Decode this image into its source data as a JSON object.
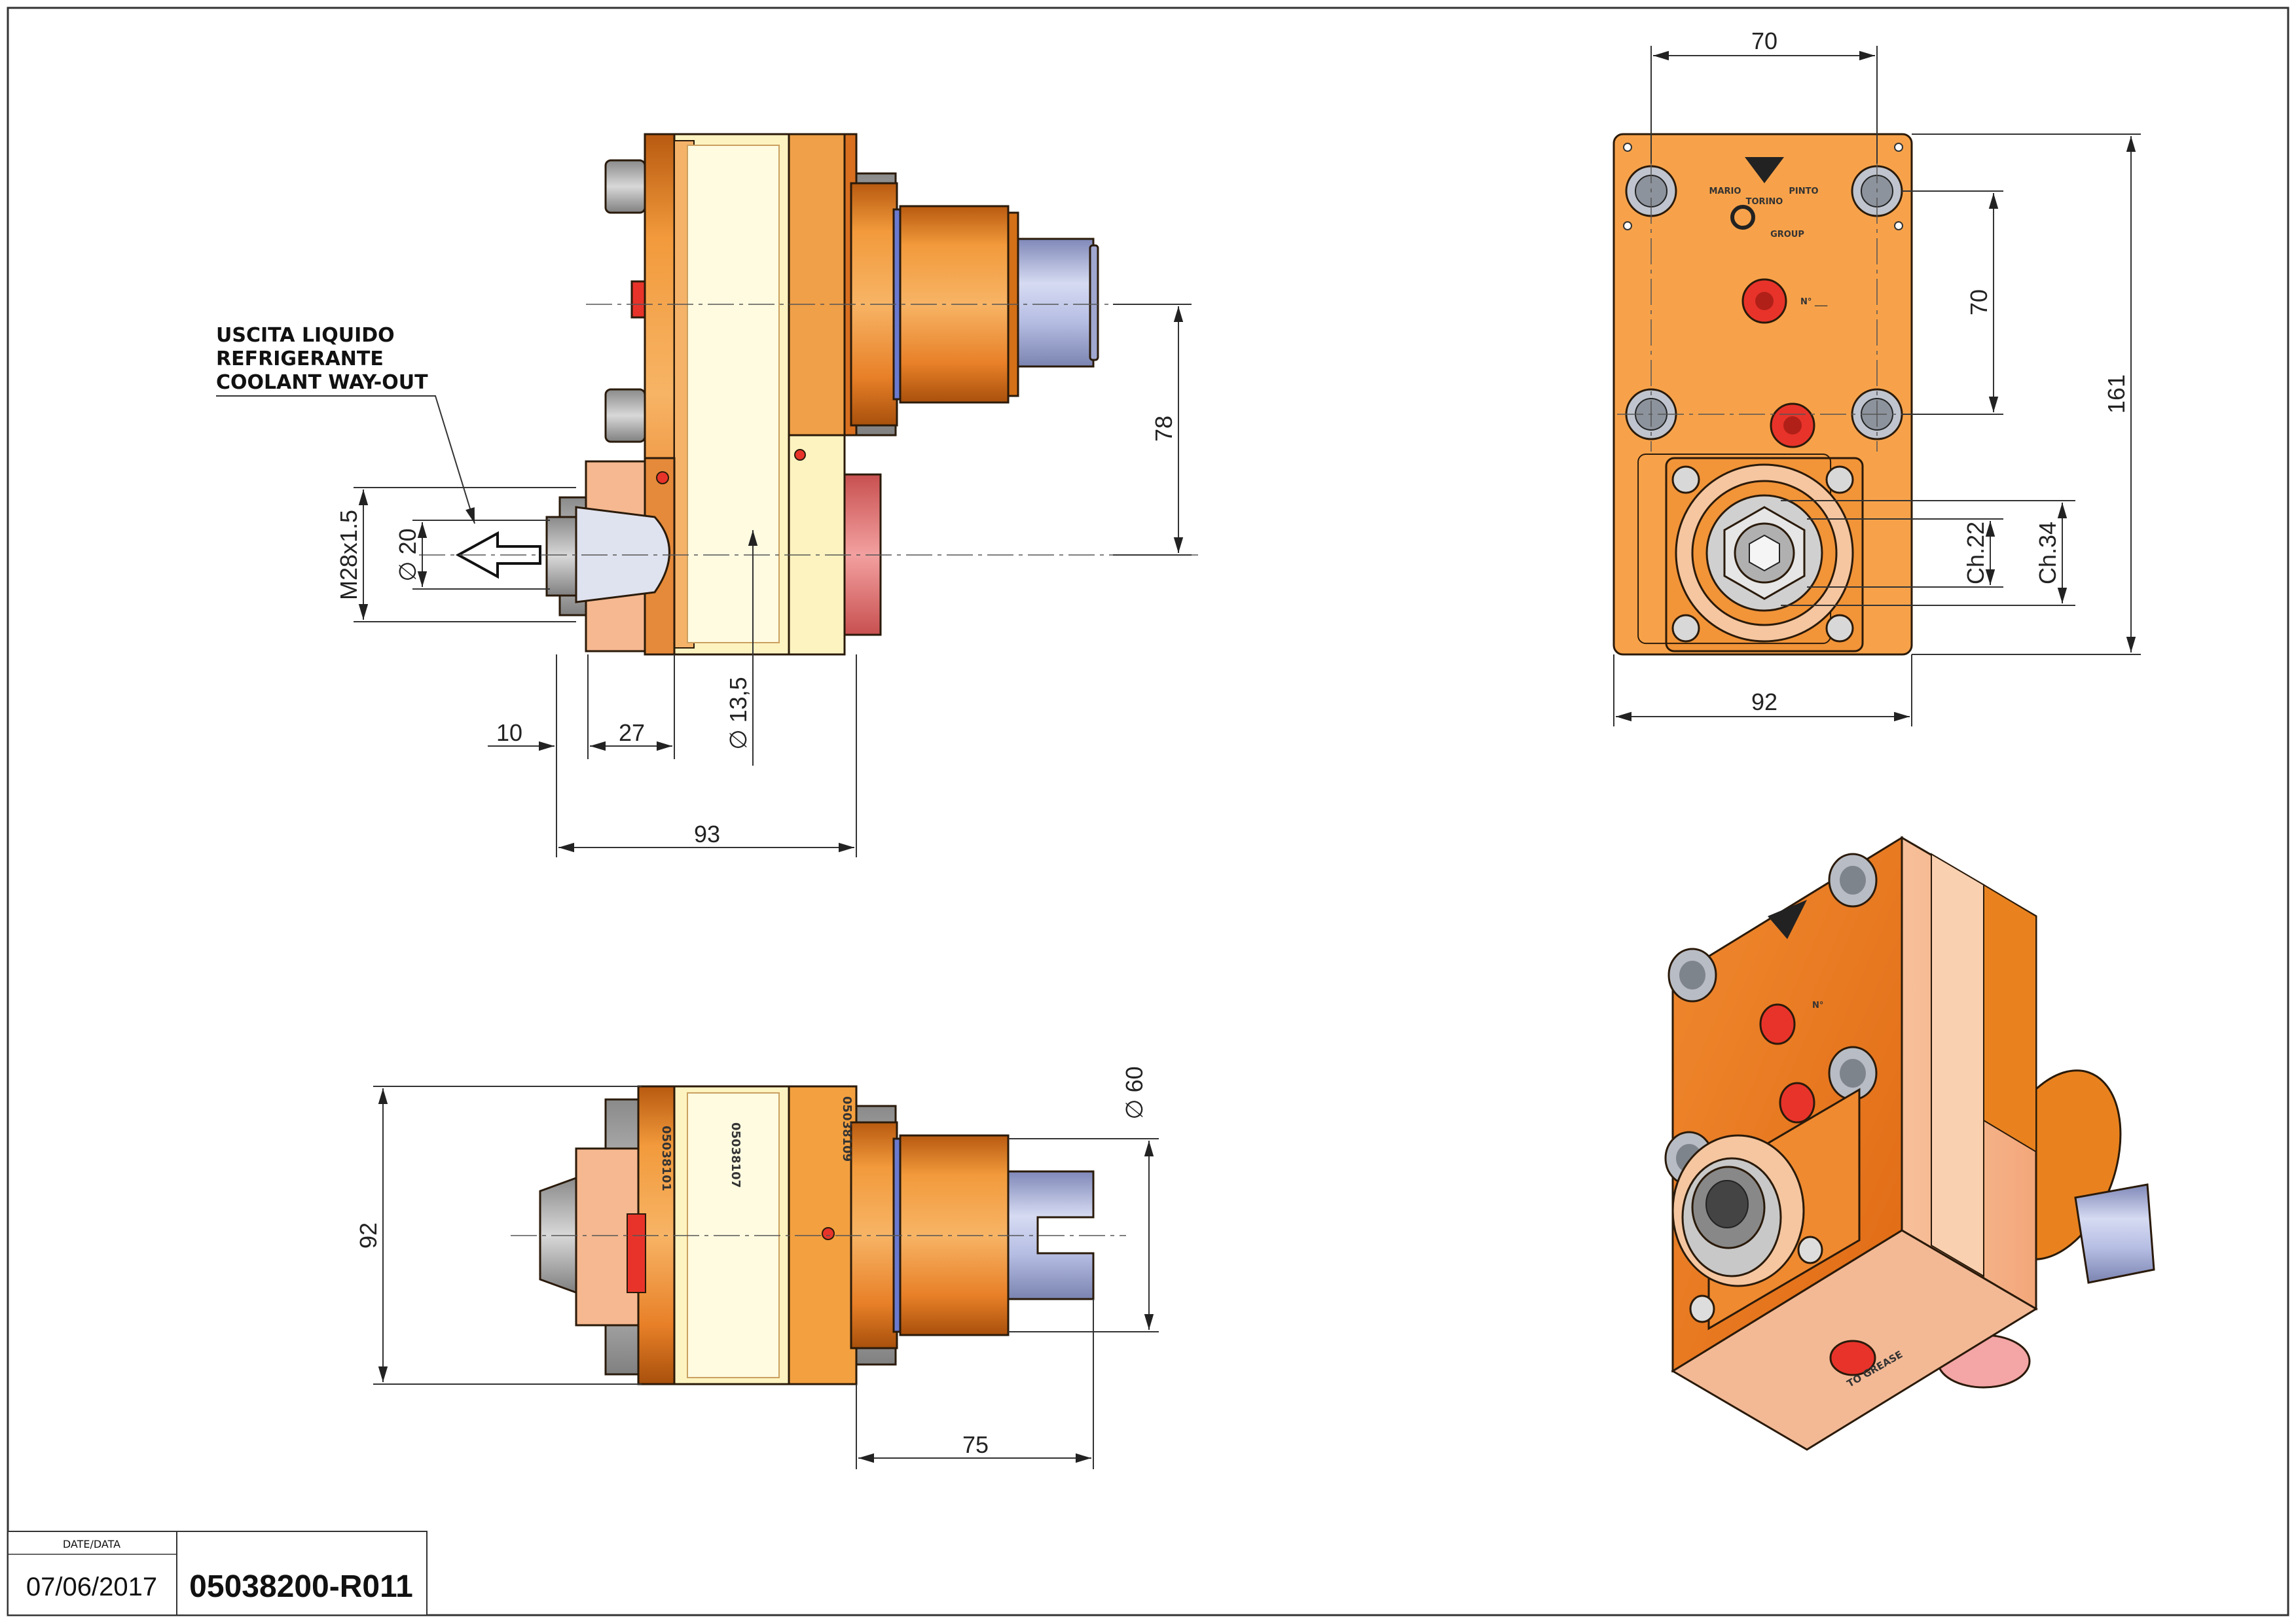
{
  "note": {
    "lines": [
      "USCITA LIQUIDO",
      "REFRIGERANTE",
      "COOLANT WAY-OUT"
    ]
  },
  "side_view": {
    "thread_label": "M28x1.5",
    "dia20_label": "∅ 20",
    "dia13_label": "∅ 13,5",
    "dim_78": "78",
    "dim_10": "10",
    "dim_27": "27",
    "dim_93": "93"
  },
  "front_view": {
    "dim_70_top": "70",
    "dim_70_right": "70",
    "dim_161": "161",
    "dim_92": "92",
    "ch22": "Ch.22",
    "ch34": "Ch.34",
    "marking": "N° ___",
    "logo_lines": [
      "MARIO",
      "PINTO",
      "TORINO",
      "GROUP"
    ]
  },
  "bottom_view": {
    "dim_92": "92",
    "dim_60": "∅ 60",
    "dim_75": "75",
    "part_codes": [
      "05038101",
      "05038107",
      "05038109"
    ]
  },
  "iso_view": {
    "grease_label": "TO GREASE",
    "marking": "N°"
  },
  "title_block": {
    "date_header": "DATE/DATA",
    "date": "07/06/2017",
    "code": "05038200-R011"
  },
  "colors": {
    "orange": "#f39c3c",
    "dark_orange": "#e07a1c",
    "cream": "#fdf3c0",
    "steel": "#b8bfe0",
    "pink": "#e27a7a",
    "red_bolt": "#e8332a"
  }
}
